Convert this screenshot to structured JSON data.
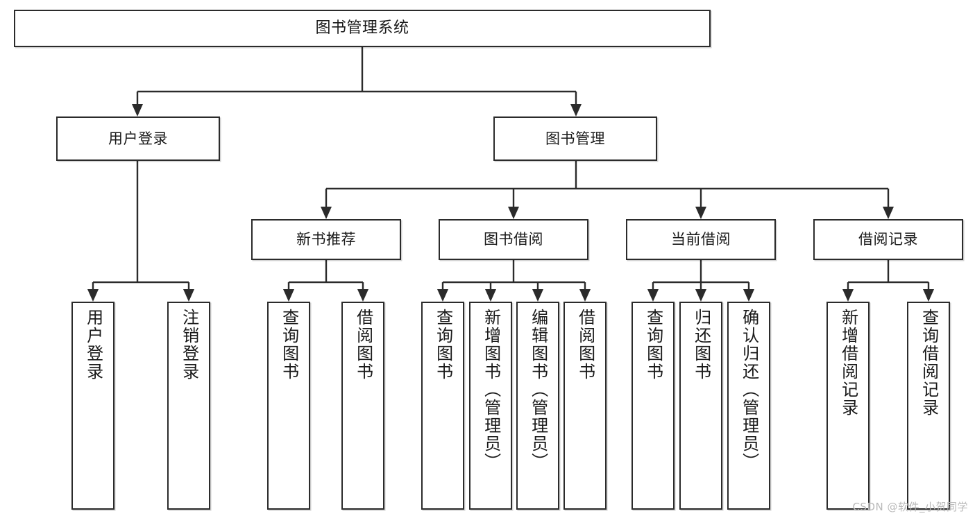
{
  "diagram": {
    "title": "图书管理系统",
    "type": "tree-structure-chart",
    "watermark": "CSDN @软件_小贺同学",
    "colors": {
      "box_border": "#2b2b2b",
      "box_fill": "#ffffff",
      "link": "#2b2b2b",
      "watermark": "#b9b9b9"
    }
  },
  "nodes": {
    "root": {
      "label": "图书管理系统"
    },
    "level2": [
      {
        "id": "user-login",
        "label": "用户登录"
      },
      {
        "id": "book-manage",
        "label": "图书管理"
      }
    ],
    "level3": [
      {
        "id": "new-book-recommend",
        "label": "新书推荐"
      },
      {
        "id": "book-borrow",
        "label": "图书借阅"
      },
      {
        "id": "current-borrow",
        "label": "当前借阅"
      },
      {
        "id": "borrow-record",
        "label": "借阅记录"
      }
    ],
    "leaves": {
      "user-login": [
        {
          "id": "leaf-user-login",
          "label": "用户登录"
        },
        {
          "id": "leaf-logout-login",
          "label": "注销登录"
        }
      ],
      "new-book-recommend": [
        {
          "id": "leaf-query-book-1",
          "label": "查询图书"
        },
        {
          "id": "leaf-borrow-book-1",
          "label": "借阅图书"
        }
      ],
      "book-borrow": [
        {
          "id": "leaf-query-book-2",
          "label": "查询图书"
        },
        {
          "id": "leaf-add-book",
          "label": "新增图书（管理员）"
        },
        {
          "id": "leaf-edit-book",
          "label": "编辑图书（管理员）"
        },
        {
          "id": "leaf-borrow-book-2",
          "label": "借阅图书"
        }
      ],
      "current-borrow": [
        {
          "id": "leaf-query-book-3",
          "label": "查询图书"
        },
        {
          "id": "leaf-return-book",
          "label": "归还图书"
        },
        {
          "id": "leaf-confirm-return",
          "label": "确认归还（管理员）"
        }
      ],
      "borrow-record": [
        {
          "id": "leaf-add-record",
          "label": "新增借阅记录"
        },
        {
          "id": "leaf-query-record",
          "label": "查询借阅记录"
        }
      ]
    }
  }
}
